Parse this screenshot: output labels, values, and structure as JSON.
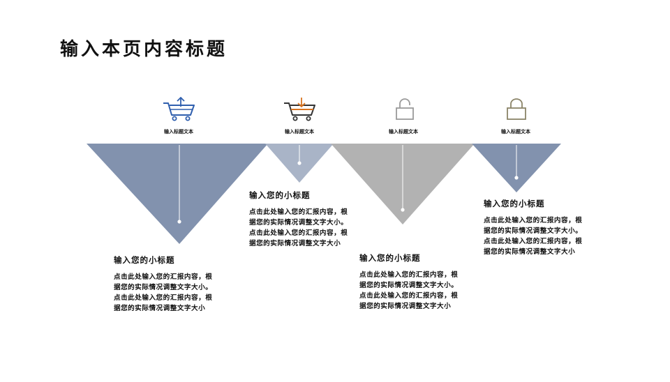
{
  "title": "输入本页内容标题",
  "colors": {
    "blue_gray": "#8292ae",
    "light_blue_gray": "#a9b4c7",
    "gray": "#b2b2b2",
    "icon_blue": "#2f5fae",
    "icon_orange": "#d9731f",
    "icon_dark": "#333333",
    "icon_gray": "#9a9a9a",
    "icon_olive": "#8b8468"
  },
  "steps": [
    {
      "icon": "cart-upload-icon",
      "label": "输入标题文本",
      "subtitle": "输入您的小标题",
      "lines": [
        "点击此处输入您的汇报内容，根",
        "据您的实际情况调整文字大小。",
        "点击此处输入您的汇报内容，根",
        "据您的实际情况调整文字大小"
      ]
    },
    {
      "icon": "cart-download-icon",
      "label": "输入标题文本",
      "subtitle": "输入您的小标题",
      "lines": [
        "点击此处输入您的汇报内容，根",
        "据您的实际情况调整文字大小。",
        "点击此处输入您的汇报内容，根",
        "据您的实际情况调整文字大小"
      ]
    },
    {
      "icon": "unlocked-padlock-icon",
      "label": "输入标题文本",
      "subtitle": "输入您的小标题",
      "lines": [
        "点击此处输入您的汇报内容，根",
        "据您的实际情况调整文字大小。",
        "点击此处输入您的汇报内容，根",
        "据您的实际情况调整文字大小"
      ]
    },
    {
      "icon": "padlock-icon",
      "label": "输入标题文本",
      "subtitle": "输入您的小标题",
      "lines": [
        "点击此处输入您的汇报内容，根",
        "据您的实际情况调整文字大小。",
        "点击此处输入您的汇报内容，根",
        "据您的实际情况调整文字大小"
      ]
    }
  ]
}
